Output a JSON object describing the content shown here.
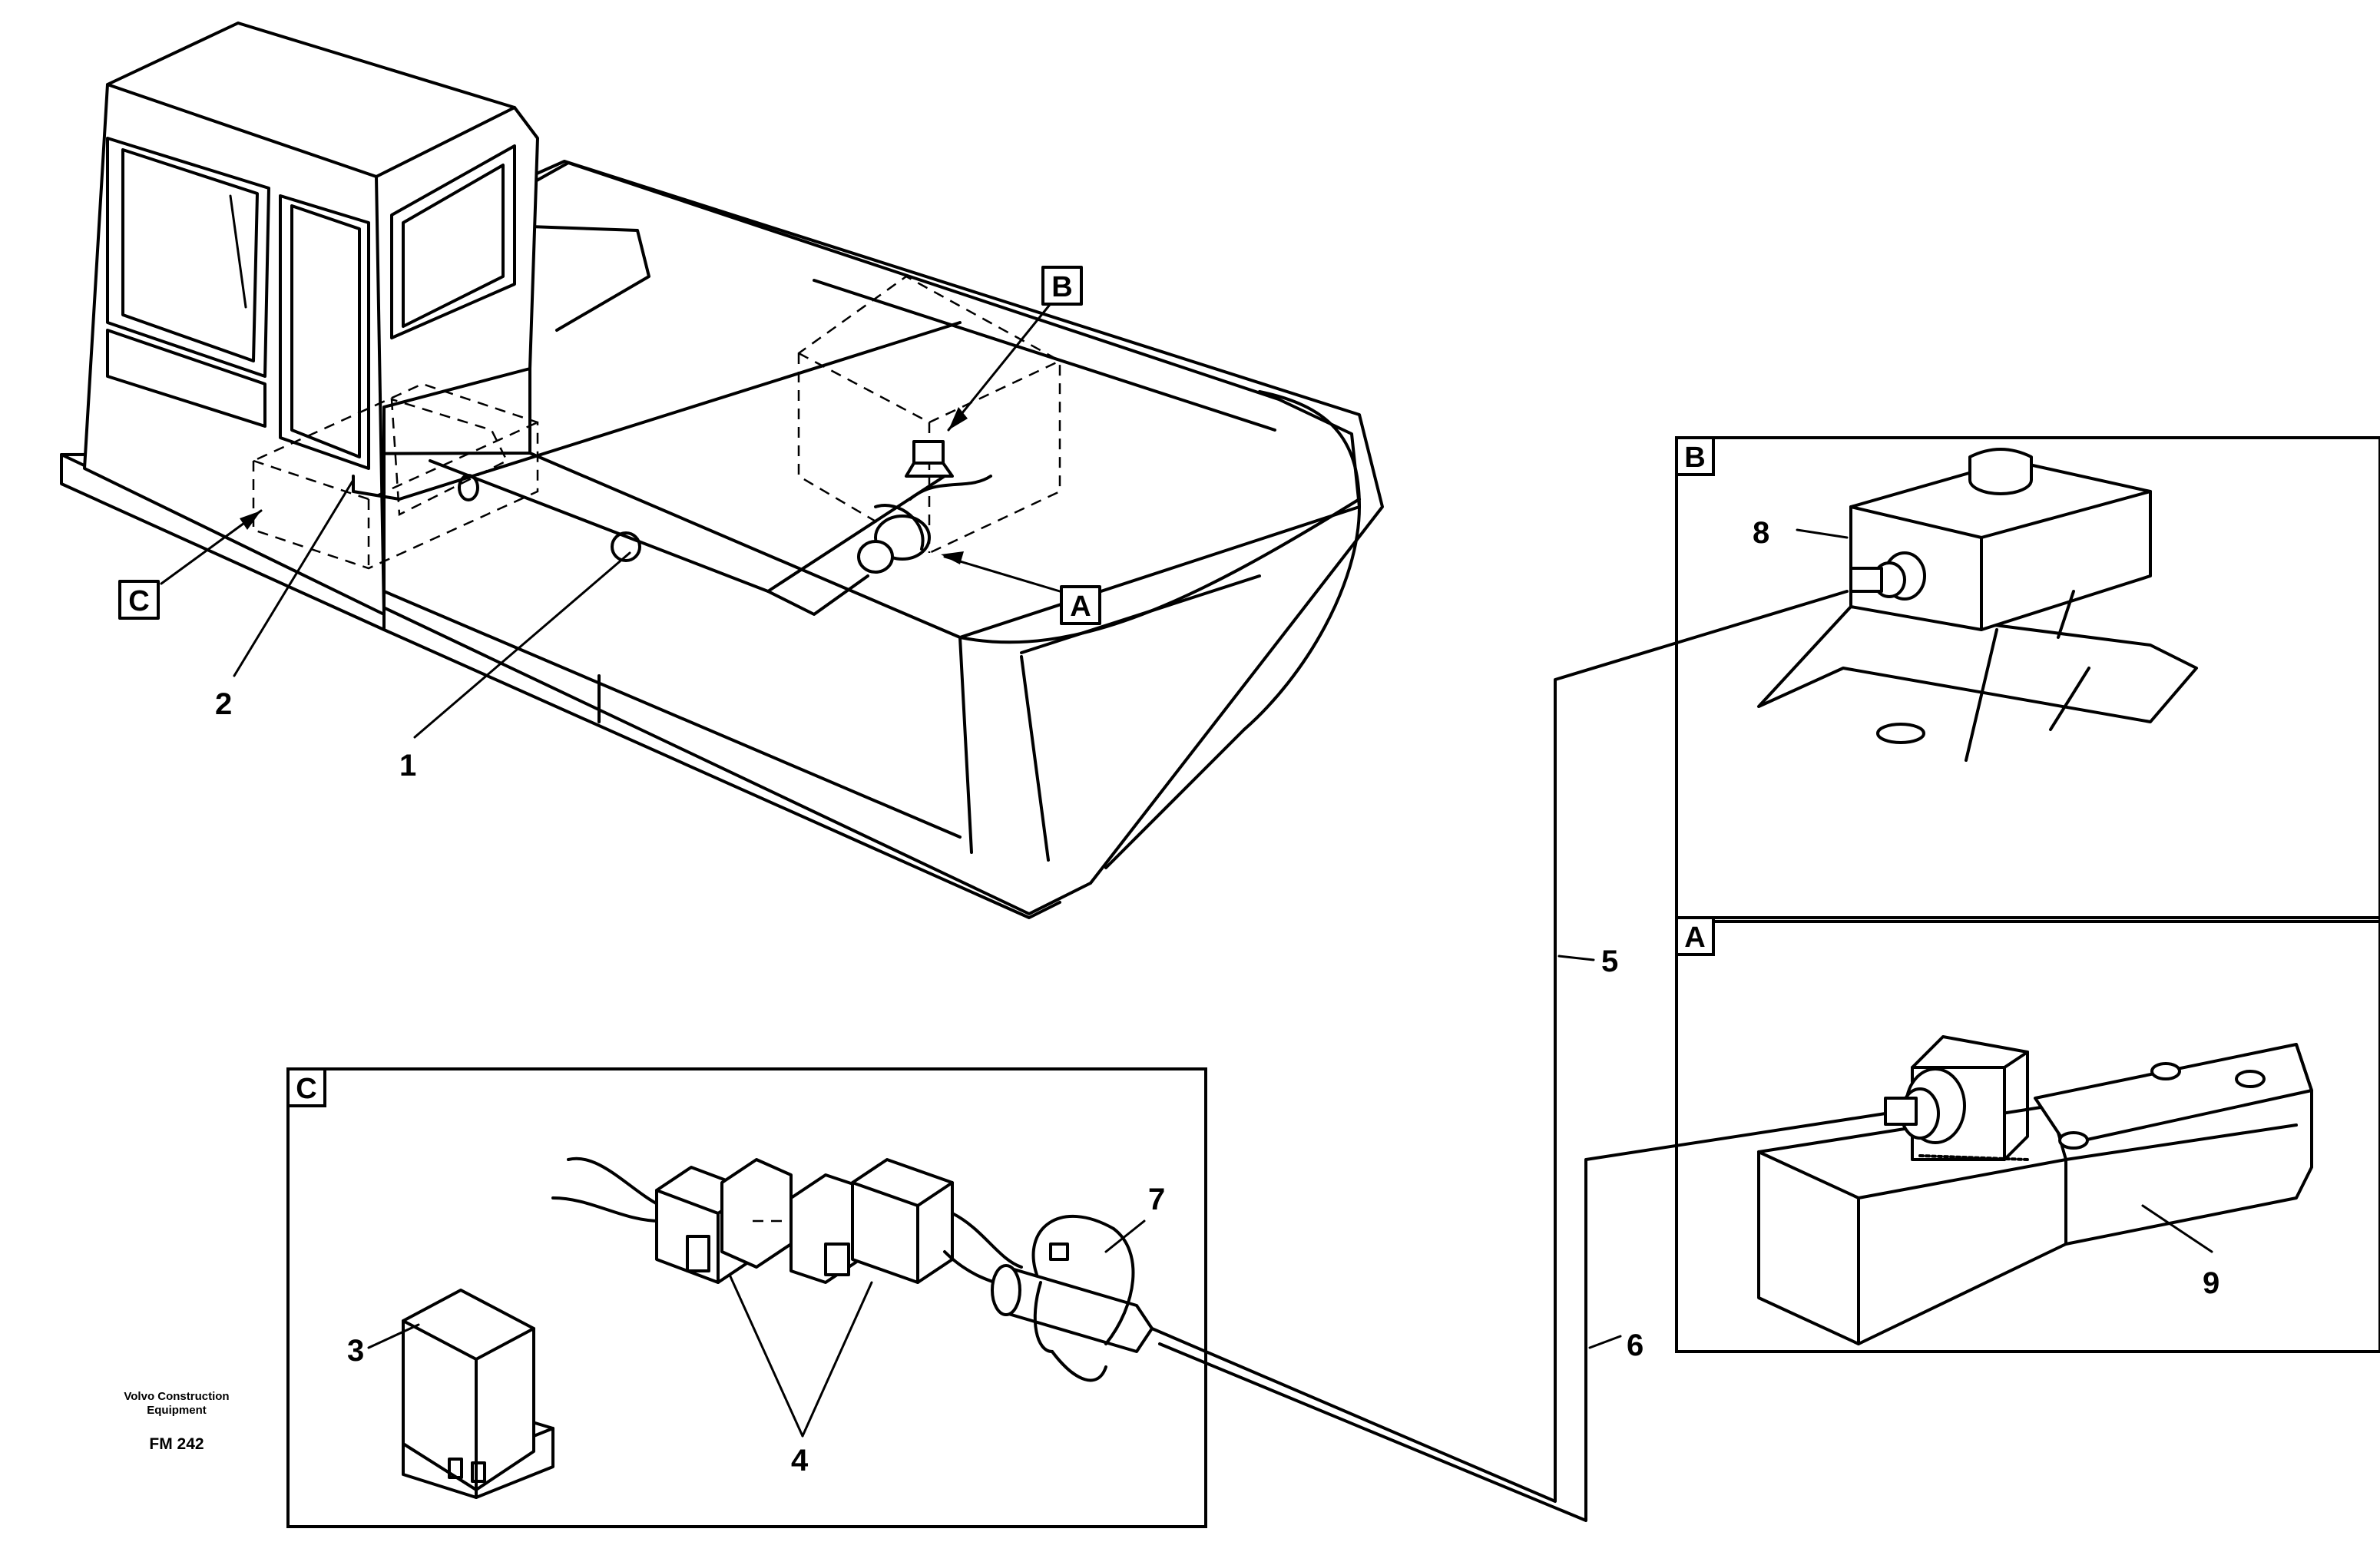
{
  "callouts": {
    "n1": "1",
    "n2": "2",
    "n3": "3",
    "n4": "4",
    "n5": "5",
    "n6": "6",
    "n7": "7",
    "n8": "8",
    "n9": "9"
  },
  "view_tags": {
    "a": "A",
    "b": "B",
    "c": "C"
  },
  "panels": {
    "b_label": "B",
    "a_label": "A",
    "c_label": "C"
  },
  "imprint": {
    "line1": "Volvo Construction",
    "line2": "Equipment",
    "code": "FM 242"
  }
}
